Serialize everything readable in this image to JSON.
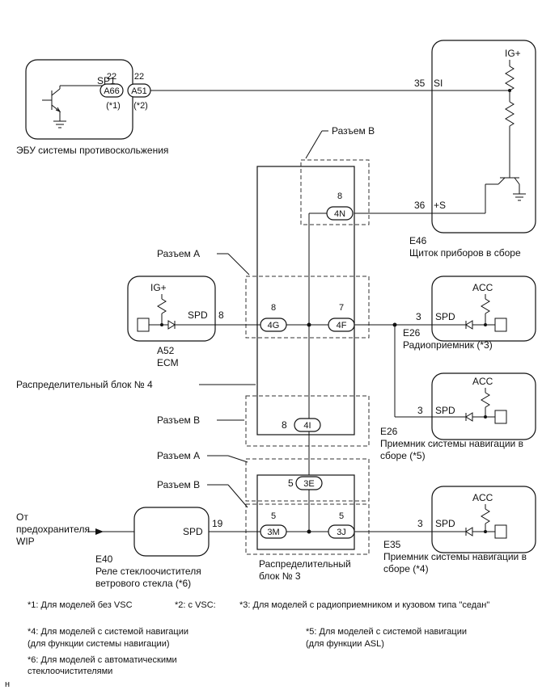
{
  "components": {
    "abs_ecu": {
      "name": "ЭБУ системы противоскольжения",
      "terminal": "SP1",
      "connectors": [
        {
          "pin": "22",
          "id": "A66",
          "note": "(*1)"
        },
        {
          "pin": "22",
          "id": "A51",
          "note": "(*2)"
        }
      ]
    },
    "meter": {
      "code": "E46",
      "name": "Щиток приборов в сборе",
      "power": "IG+",
      "pins": [
        {
          "pin": "35",
          "label": "SI"
        },
        {
          "pin": "36",
          "label": "+S"
        }
      ]
    },
    "ecm": {
      "code": "A52",
      "name": "ECM",
      "power": "IG+",
      "terminal": "SPD",
      "pin": "8"
    },
    "radio": {
      "code": "E26",
      "name": "Радиоприемник (*3)",
      "power": "ACC",
      "terminal": "SPD",
      "pin": "3"
    },
    "nav_asl": {
      "code": "E26",
      "name_line1": "Приемник системы навигации в",
      "name_line2": "сборе (*5)",
      "power": "ACC",
      "terminal": "SPD",
      "pin": "3"
    },
    "nav_main": {
      "code": "E35",
      "name_line1": "Приемник системы навигации в",
      "name_line2": "сборе (*4)",
      "power": "ACC",
      "terminal": "SPD",
      "pin": "3"
    },
    "wiper_relay": {
      "code": "E40",
      "name_line1": "Реле стеклоочистителя",
      "name_line2": "ветрового стекла (*6)",
      "terminal": "SPD",
      "pin": "19",
      "source_line1": "От",
      "source_line2": "предохранителя",
      "source_line3": "WIP"
    }
  },
  "junction_block_4": {
    "label": "Распределительный блок № 4",
    "connector_b_top": "Разъем B",
    "connector_a": "Разъем A",
    "connector_b_bottom": "Разъем B",
    "terminals": [
      {
        "pin": "8",
        "id": "4N"
      },
      {
        "pin": "8",
        "id": "4G"
      },
      {
        "pin": "7",
        "id": "4F"
      },
      {
        "pin": "8",
        "id": "4I"
      }
    ]
  },
  "junction_block_3": {
    "label_line1": "Распределительный",
    "label_line2": "блок № 3",
    "connector_a": "Разъем A",
    "connector_b": "Разъем B",
    "terminals": [
      {
        "pin": "5",
        "id": "3E"
      },
      {
        "pin": "5",
        "id": "3M"
      },
      {
        "pin": "5",
        "id": "3J"
      }
    ]
  },
  "footnotes": {
    "n1": "*1: Для моделей без VSC",
    "n2": "*2: с VSC:",
    "n3": "*3: Для моделей с радиоприемником и кузовом типа \"седан\"",
    "n4_line1": "*4: Для моделей с системой навигации",
    "n4_line2": "(для функции системы навигации)",
    "n5_line1": "*5: Для моделей с системой навигации",
    "n5_line2": "(для функции ASL)",
    "n6_line1": "*6: Для моделей с автоматическими",
    "n6_line2": "стеклоочистителями"
  },
  "corner_mark": "н"
}
